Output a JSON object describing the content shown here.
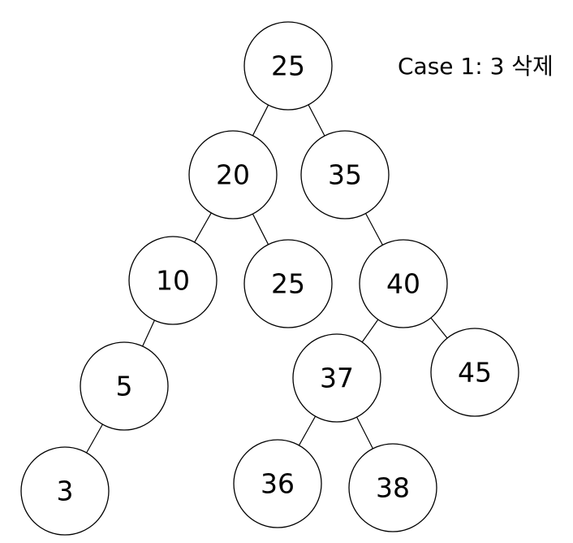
{
  "diagram": {
    "caption": "Case 1: 3 삭제",
    "nodes": [
      {
        "id": "n-root",
        "label": "25"
      },
      {
        "id": "n-20",
        "label": "20"
      },
      {
        "id": "n-35",
        "label": "35"
      },
      {
        "id": "n-10",
        "label": "10"
      },
      {
        "id": "n-25b",
        "label": "25"
      },
      {
        "id": "n-40",
        "label": "40"
      },
      {
        "id": "n-5",
        "label": "5"
      },
      {
        "id": "n-37",
        "label": "37"
      },
      {
        "id": "n-45",
        "label": "45"
      },
      {
        "id": "n-3",
        "label": "3"
      },
      {
        "id": "n-36",
        "label": "36"
      },
      {
        "id": "n-38",
        "label": "38"
      }
    ],
    "edges": [
      {
        "from": "n-root",
        "to": "n-20"
      },
      {
        "from": "n-root",
        "to": "n-35"
      },
      {
        "from": "n-20",
        "to": "n-10"
      },
      {
        "from": "n-20",
        "to": "n-25b"
      },
      {
        "from": "n-35",
        "to": "n-40"
      },
      {
        "from": "n-10",
        "to": "n-5"
      },
      {
        "from": "n-5",
        "to": "n-3"
      },
      {
        "from": "n-40",
        "to": "n-37"
      },
      {
        "from": "n-40",
        "to": "n-45"
      },
      {
        "from": "n-37",
        "to": "n-36"
      },
      {
        "from": "n-37",
        "to": "n-38"
      }
    ]
  }
}
